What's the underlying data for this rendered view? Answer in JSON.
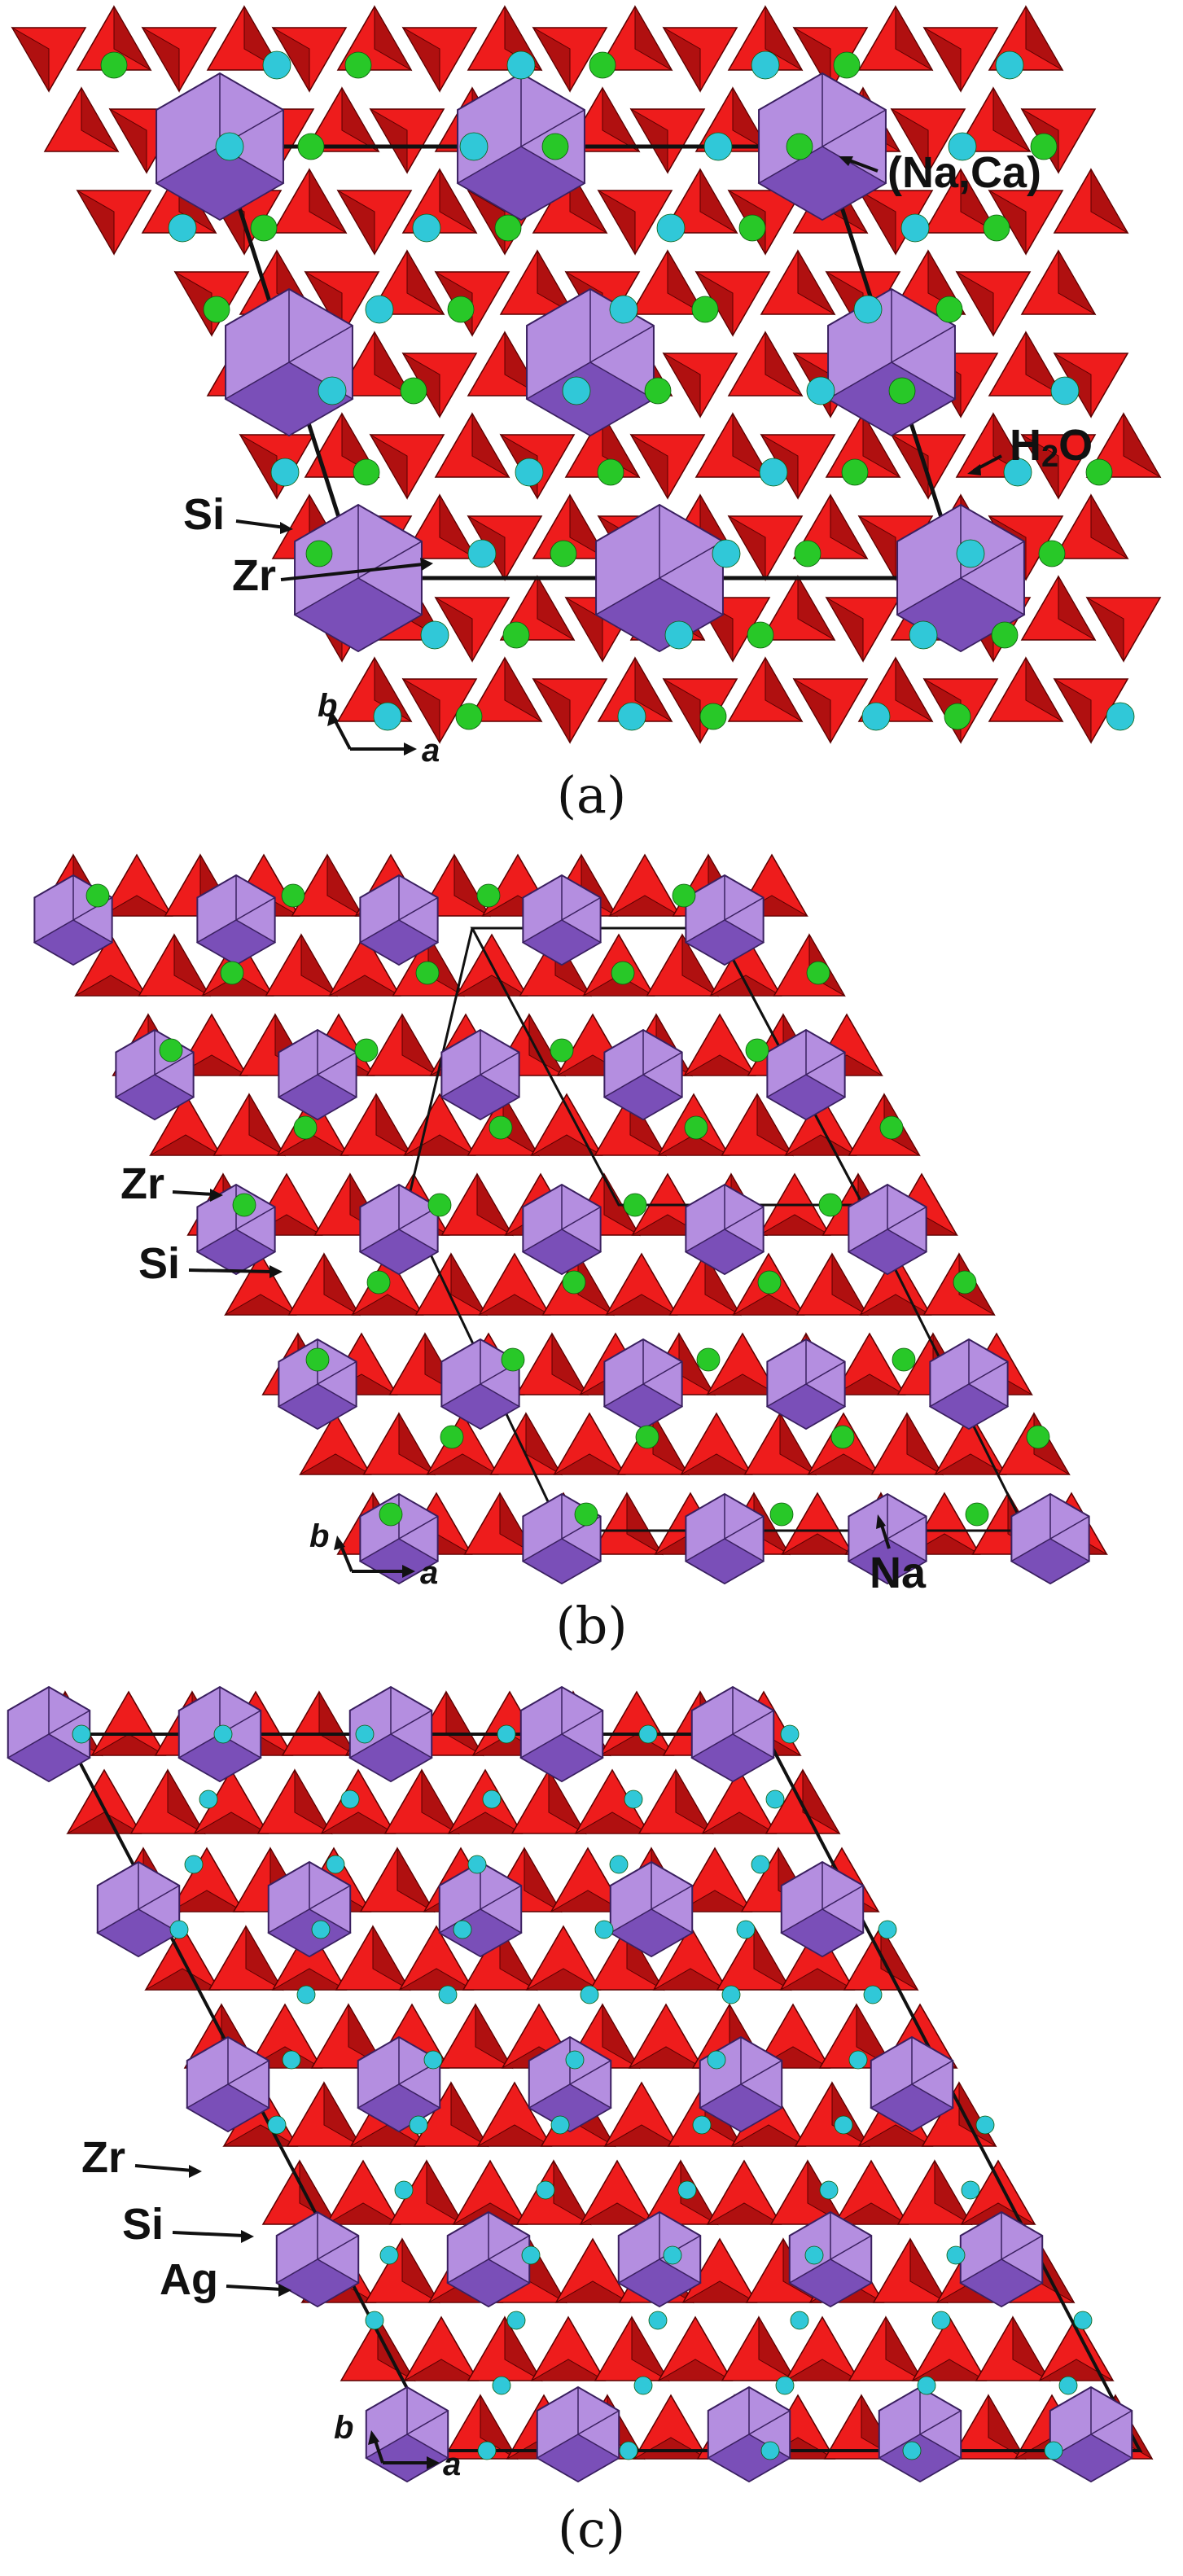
{
  "panels": [
    {
      "id": "a",
      "label": "(a)",
      "annotations": {
        "na_ca": "(Na,Ca)",
        "h2o_h": "H",
        "h2o_2": "2",
        "h2o_o": "O",
        "si": "Si",
        "zr": "Zr"
      },
      "axes": {
        "b": "b",
        "a": "a"
      }
    },
    {
      "id": "b",
      "label": "(b)",
      "annotations": {
        "zr": "Zr",
        "si": "Si",
        "na": "Na"
      },
      "axes": {
        "b": "b",
        "a": "a"
      }
    },
    {
      "id": "c",
      "label": "(c)",
      "annotations": {
        "zr": "Zr",
        "si": "Si",
        "ag": "Ag"
      },
      "axes": {
        "b": "b",
        "a": "a"
      }
    }
  ],
  "colors": {
    "tetra_light": "#ee1c1c",
    "tetra_dark": "#b01010",
    "octa_light": "#b48ee0",
    "octa_dark": "#7a4fb8",
    "sodium": "#28c828",
    "water_silver": "#30c8d8",
    "cell_line": "#111111"
  }
}
